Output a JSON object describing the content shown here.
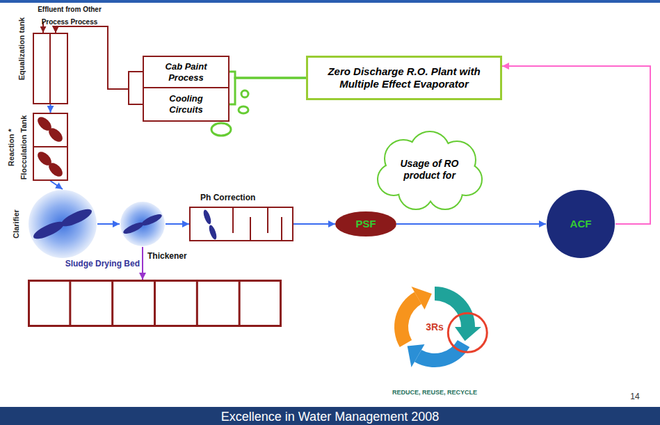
{
  "diagram": {
    "nodes": [
      {
        "text": [
          "Equalization tank"
        ]
      },
      {
        "text": [
          "Reaction * Flocculation Tank"
        ]
      },
      {
        "text": [
          "Clarifier"
        ]
      },
      {
        "text": [
          "Thickener"
        ]
      },
      {
        "text": [
          "Ph Correction"
        ]
      },
      {
        "text": [
          "PSF"
        ]
      },
      {
        "text": [
          "ACF"
        ]
      },
      {
        "text": [
          "Cab Paint Process"
        ]
      },
      {
        "text": [
          "Cooling Circuits"
        ]
      },
      {
        "text": [
          "Zero Discharge R.O. Plant with Multiple Effect Evaporator"
        ]
      },
      {
        "text": [
          "Usage of RO product for"
        ]
      },
      {
        "text": [
          "Sludge Drying Bed"
        ]
      }
    ],
    "edges": [
      {
        "from": 0,
        "to": 1,
        "arrow": "to"
      },
      {
        "from": 1,
        "to": 2,
        "arrow": "to"
      },
      {
        "from": 2,
        "to": 3,
        "arrow": "to"
      },
      {
        "from": 3,
        "to": 4,
        "arrow": "to"
      },
      {
        "from": 4,
        "to": 5,
        "arrow": "to"
      },
      {
        "from": 5,
        "to": 6,
        "arrow": "to"
      },
      {
        "from": 6,
        "to": 9,
        "arrow": "to"
      },
      {
        "from": 9,
        "to": 7,
        "arrow": "none"
      },
      {
        "from": 9,
        "to": 8,
        "arrow": "none"
      },
      {
        "from": 7,
        "to": 0,
        "arrow": "to"
      },
      {
        "from": 8,
        "to": 0,
        "arrow": "to"
      },
      {
        "from": 3,
        "to": 11,
        "arrow": "to"
      }
    ],
    "labels": [
      "Effluent from Other Process Process",
      "3Rs",
      "REDUCE, REUSE, RECYCLE",
      "14",
      "Excellence in Water Management 2008"
    ]
  }
}
